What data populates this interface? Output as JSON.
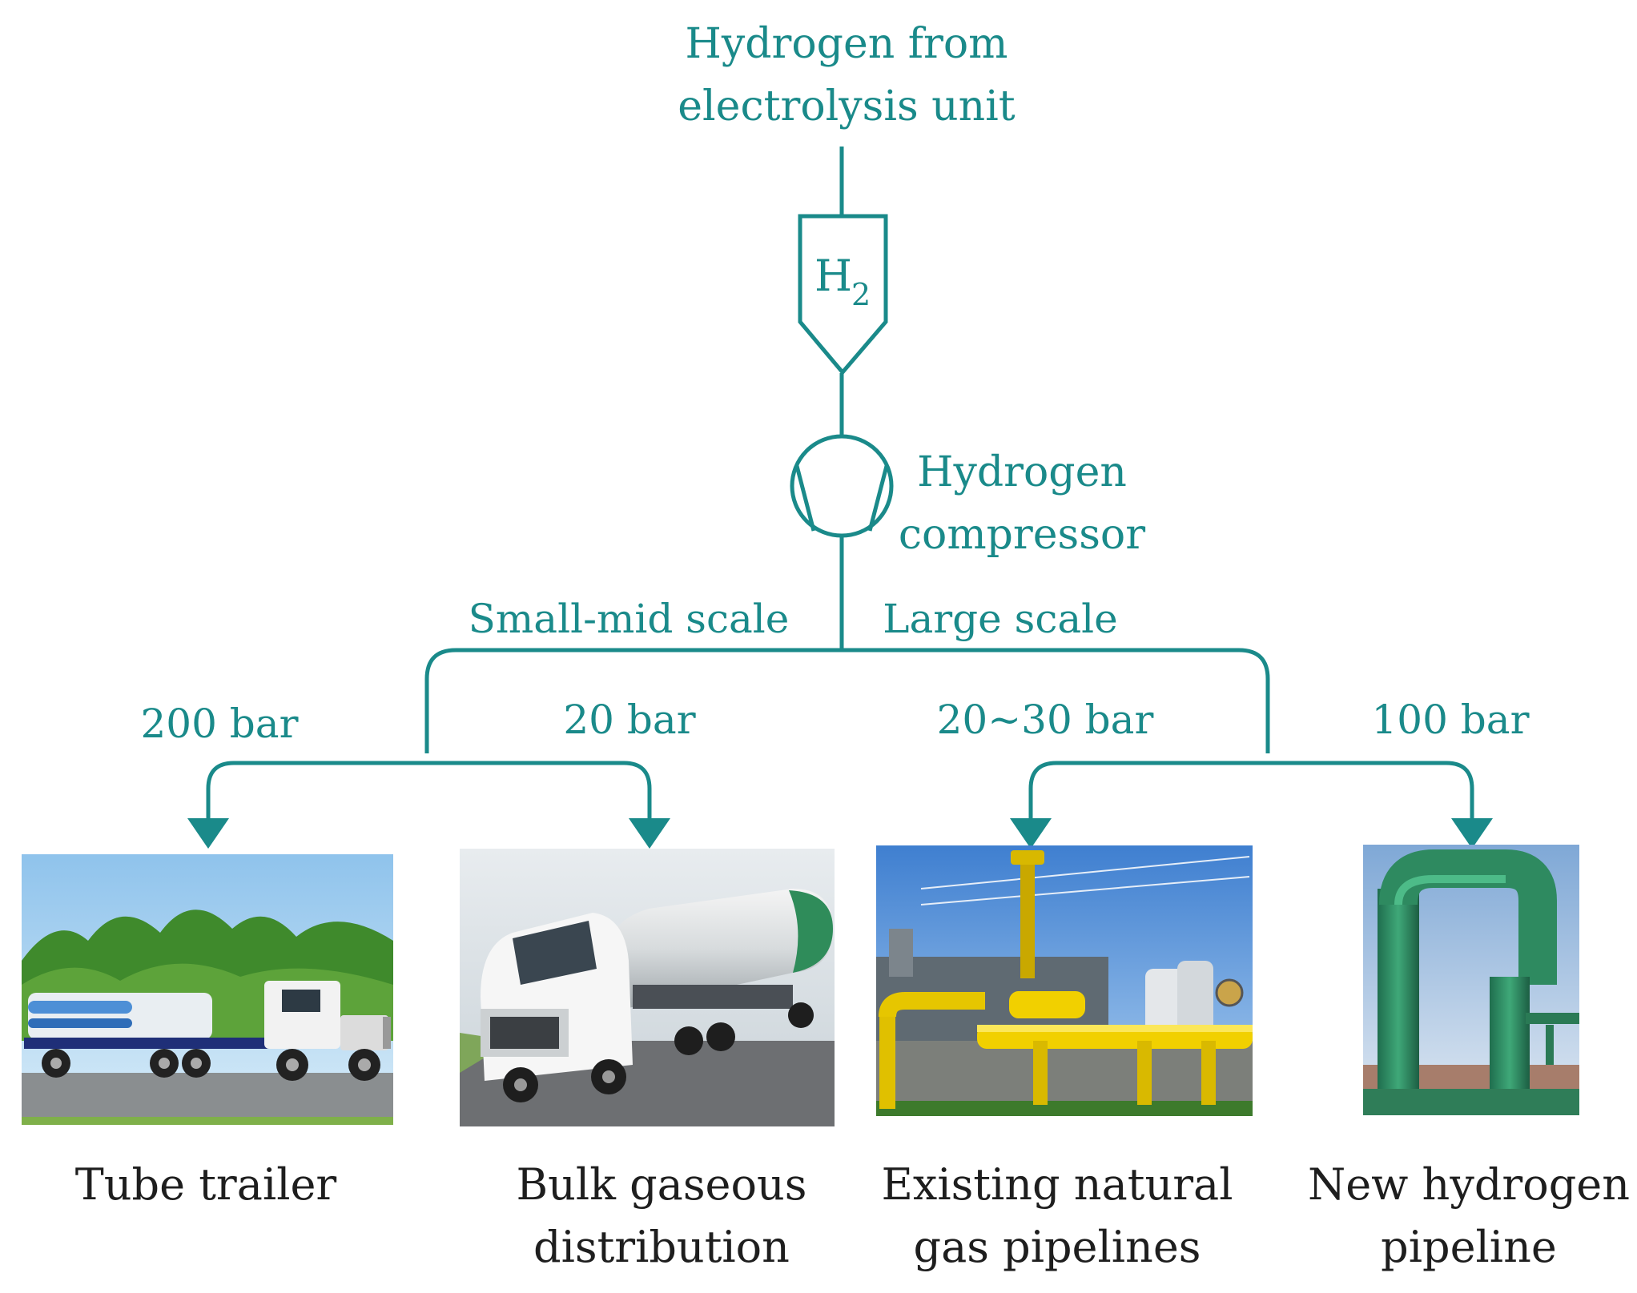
{
  "colors": {
    "flow": "#1a8a8a",
    "caption": "#1e1e1e"
  },
  "source": {
    "line1": "Hydrogen from",
    "line2": "electrolysis unit"
  },
  "storage": {
    "symbol": "H",
    "subscript": "2"
  },
  "compressor": {
    "line1": "Hydrogen",
    "line2": "compressor"
  },
  "branches": {
    "left": "Small-mid scale",
    "right": "Large scale"
  },
  "pressures": {
    "tube_trailer": "200 bar",
    "bulk_gas": "20 bar",
    "existing_pipelines": "20~30 bar",
    "new_pipeline": "100 bar"
  },
  "photos": [
    {
      "subject": "tube-trailer-truck",
      "line1": "Tube trailer",
      "line2": ""
    },
    {
      "subject": "tanker-truck",
      "line1": "Bulk gaseous",
      "line2": "distribution"
    },
    {
      "subject": "yellow-gas-pipes",
      "line1": "Existing natural",
      "line2": "gas pipelines"
    },
    {
      "subject": "green-pipeline",
      "line1": "New hydrogen",
      "line2": "pipeline"
    }
  ]
}
